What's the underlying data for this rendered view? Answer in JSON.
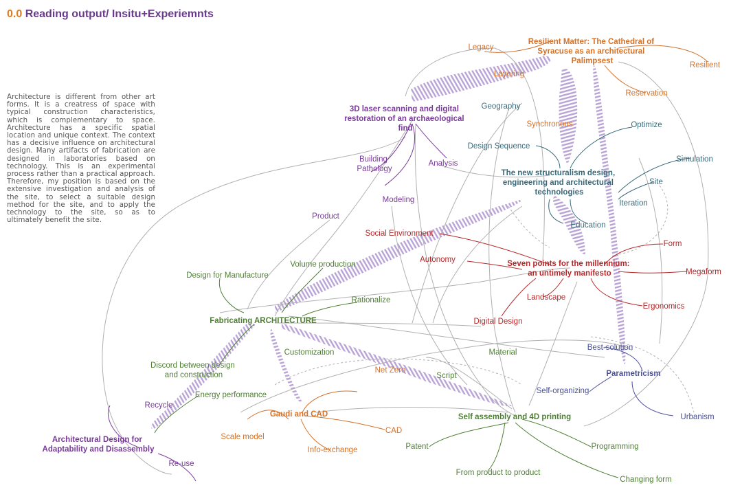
{
  "header": {
    "number": "0.0",
    "title": "Reading output/ Insitu+Experiemnts"
  },
  "intro_text": "Architecture is different from other art forms. It is a creatress of space with typical construction characteristics, which is complementary to space. Architecture has a specific spatial location and unique context. The context has a decisive influence on architectural design. Many artifacts of fabrication are designed in laboratories based on technology. This is an experimental process rather than a practical approach. Therefore, my position is based on the extensive investigation and analysis of the site, to select a suitable design method for the site, and to apply the technology to the site, so as to ultimately benefit the site.",
  "colors": {
    "purple": "#7a3a9a",
    "orange": "#d4722a",
    "teal": "#3a6a7a",
    "red": "#b5282a",
    "green": "#4f7f35",
    "navy": "#4a4f9a",
    "hatch": "#b9a3d6",
    "line": "#9a9a9a"
  },
  "hubs": {
    "resilient_matter": [
      "Resilient Matter: The Cathedral of",
      "Syracuse as an architectural",
      "Palimpsest"
    ],
    "laser_scanning": [
      "3D laser scanning and digital",
      "restoration of an archaeological",
      "find"
    ],
    "structuralism": [
      "The new structuralism design,",
      "engineering and architectural",
      "technologies"
    ],
    "seven_points": [
      "Seven points for the millennium:",
      "an untimely manifesto"
    ],
    "fabricating": "Fabricating ARCHITECTURE",
    "parametricism": "Parametricism",
    "gaudi": "Gaudi and CAD",
    "self_assembly": "Self assembly and 4D printing",
    "adaptability": [
      "Architectural Design for",
      "Adaptability and Disassembly"
    ]
  },
  "labels": {
    "legacy": "Legacy",
    "layering": "Layering",
    "resilient": "Resilient",
    "reservation": "Reservation",
    "synchronous": "Synchronous",
    "geography": "Geography",
    "optimize": "Optimize",
    "design_sequence": "Design Sequence",
    "simulation": "Simulation",
    "building_pathology": [
      "Building",
      "Pathology"
    ],
    "analysis": "Analysis",
    "site": "Site",
    "iteration": "Iteration",
    "modeling": "Modeling",
    "product": "Product",
    "education": "Education",
    "social_environment": "Social Environment",
    "form": "Form",
    "autonomy": "Autonomy",
    "volume_production": "Volume production",
    "design_for_manufacture": "Design for Manufacture",
    "megaform": "Megaform",
    "rationalize": "Rationalize",
    "landscape": "Landscape",
    "ergonomics": "Ergonomics",
    "digital_design": "Digital Design",
    "best_solution": "Best-solution",
    "customization": "Customization",
    "material": "Material",
    "discord": [
      "Discord between design",
      "and construction"
    ],
    "net_zero": "Net Zero",
    "script": "Script",
    "energy_performance": "Energy performance",
    "self_organizing": "Self-organizing",
    "recycle": "Recycle",
    "urbanism": "Urbanism",
    "scale_model": "Scale model",
    "cad": "CAD",
    "patent": "Patent",
    "programming": "Programming",
    "info_exchange": "Info-exchange",
    "reuse": "Re-use",
    "product_to_product": "From product to product",
    "changing_form": "Changing form"
  }
}
